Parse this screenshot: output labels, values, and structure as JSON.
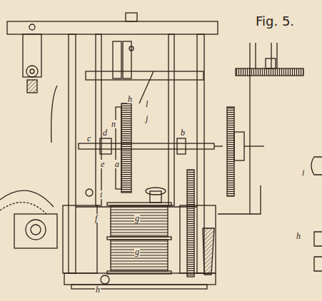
{
  "diagram": {
    "title": "Fig. 5.",
    "labels": [
      "l",
      "h",
      "j",
      "n",
      "c",
      "d",
      "e",
      "b",
      "a",
      "i",
      "g",
      "f",
      "g",
      "h",
      "i",
      "h"
    ]
  }
}
